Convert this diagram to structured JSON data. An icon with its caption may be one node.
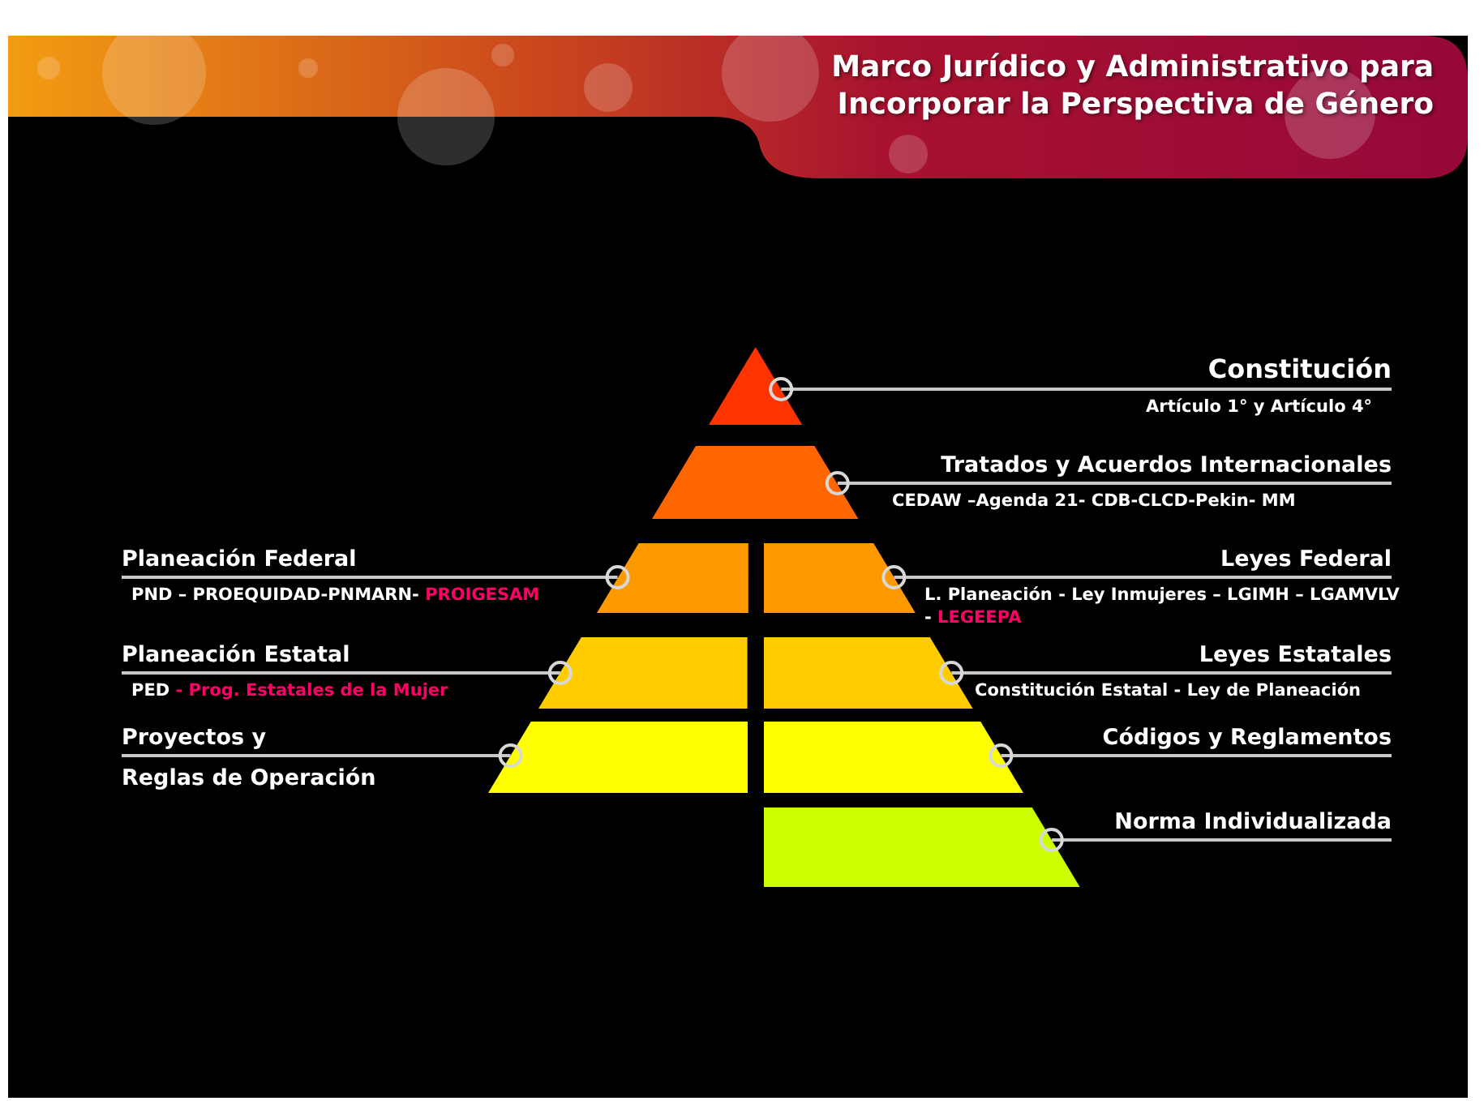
{
  "diagram": {
    "title": "Marco Jurídico y Administrativo para Incorporar la Perspectiva de Género",
    "nodes": [
      {
        "text": [],
        "shape": "triangle"
      },
      {
        "text": [],
        "shape": "trapezoid"
      },
      {
        "text": [],
        "shape": "trapezoid"
      },
      {
        "text": [],
        "shape": "trapezoid"
      },
      {
        "text": [],
        "shape": "trapezoid"
      },
      {
        "text": [],
        "shape": "trapezoid"
      },
      {
        "text": [],
        "shape": "trapezoid"
      },
      {
        "text": [],
        "shape": "trapezoid"
      },
      {
        "text": [],
        "shape": "trapezoid"
      },
      {
        "text": [
          "Constitución",
          "Artículo 1° y Artículo 4°"
        ]
      },
      {
        "text": [
          "Tratados y Acuerdos Internacionales",
          "CEDAW –Agenda 21- CDB-CLCD-Pekin- MM"
        ]
      },
      {
        "text": [
          "Planeación Federal",
          "PND – PROEQUIDAD-PNMARN-",
          "PROIGESAM"
        ]
      },
      {
        "text": [
          "Leyes Federal",
          "L. Planeación - Ley Inmujeres – LGIMH – LGAMVLV -",
          "LEGEEPA"
        ]
      },
      {
        "text": [
          "Planeación Estatal",
          "PED",
          "- Prog. Estatales de la Mujer"
        ]
      },
      {
        "text": [
          "Leyes Estatales",
          "Constitución Estatal - Ley de Planeación"
        ]
      },
      {
        "text": [
          "Proyectos y",
          "Reglas de Operación"
        ]
      },
      {
        "text": [
          "Códigos y Reglamentos"
        ]
      },
      {
        "text": [
          "Norma Individualizada"
        ]
      }
    ],
    "edges": [
      {
        "from": 9,
        "to": 0,
        "arrow": "other"
      },
      {
        "from": 10,
        "to": 1,
        "arrow": "other"
      },
      {
        "from": 11,
        "to": 2,
        "arrow": "other"
      },
      {
        "from": 12,
        "to": 3,
        "arrow": "other"
      },
      {
        "from": 13,
        "to": 4,
        "arrow": "other"
      },
      {
        "from": 14,
        "to": 5,
        "arrow": "other"
      },
      {
        "from": 15,
        "to": 6,
        "arrow": "other"
      },
      {
        "from": 16,
        "to": 7,
        "arrow": "other"
      },
      {
        "from": 17,
        "to": 8,
        "arrow": "other"
      }
    ]
  }
}
